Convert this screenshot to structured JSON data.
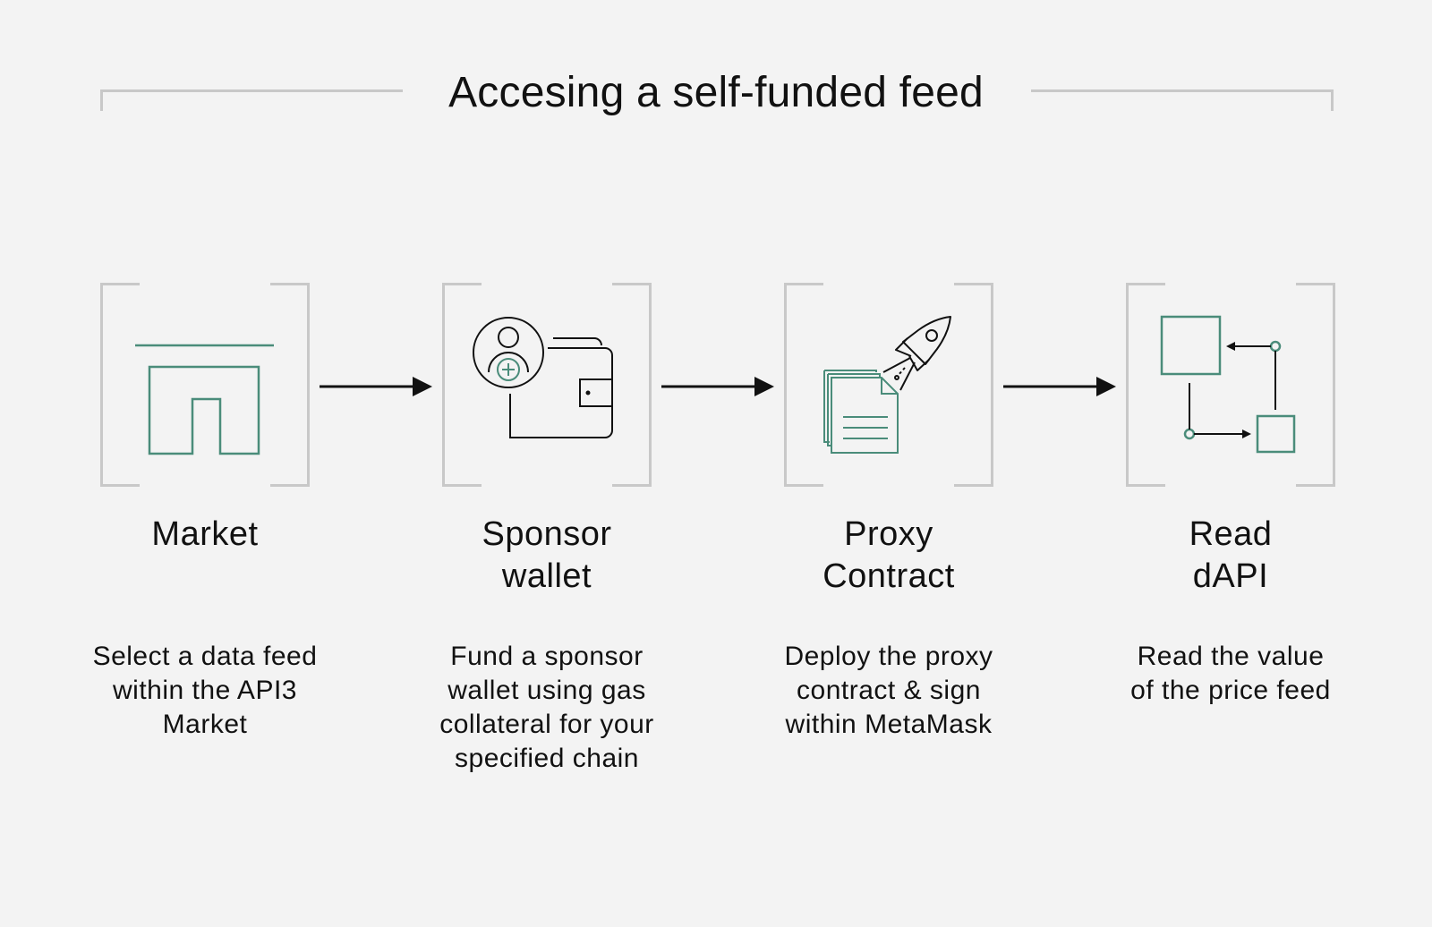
{
  "title": "Accesing a self-funded feed",
  "colors": {
    "accent": "#4a8c7a",
    "frame": "#c8c8c8",
    "ink": "#111111",
    "background": "#f3f3f3"
  },
  "steps": [
    {
      "icon": "market-icon",
      "title": "Market",
      "description": "Select a data feed\nwithin the API3\nMarket"
    },
    {
      "icon": "wallet-icon",
      "title": "Sponsor\nwallet",
      "description": "Fund a sponsor\nwallet using gas\ncollateral for your\nspecified chain"
    },
    {
      "icon": "rocket-documents-icon",
      "title": "Proxy\nContract",
      "description": "Deploy the proxy\ncontract & sign\nwithin MetaMask"
    },
    {
      "icon": "data-flow-icon",
      "title": "Read\ndAPI",
      "description": "Read the value\nof the price feed"
    }
  ]
}
